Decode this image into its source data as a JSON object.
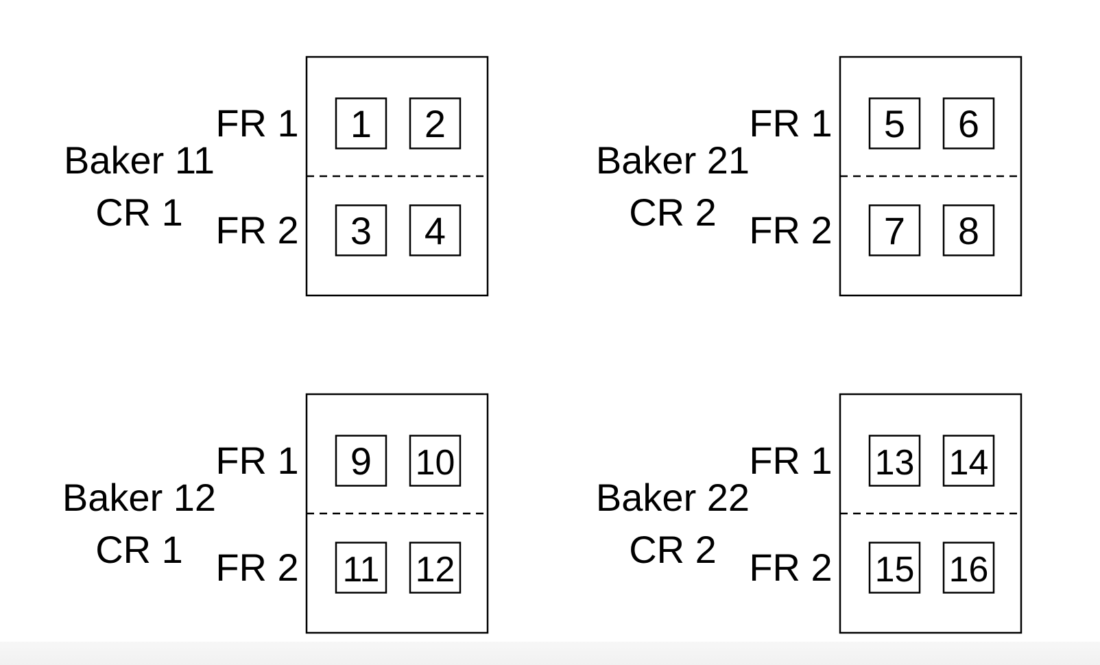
{
  "groups": [
    {
      "baker": "Baker 11",
      "cr": "CR 1",
      "rows": [
        {
          "label": "FR 1",
          "items": [
            "1",
            "2"
          ]
        },
        {
          "label": "FR 2",
          "items": [
            "3",
            "4"
          ]
        }
      ]
    },
    {
      "baker": "Baker 21",
      "cr": "CR 2",
      "rows": [
        {
          "label": "FR 1",
          "items": [
            "5",
            "6"
          ]
        },
        {
          "label": "FR 2",
          "items": [
            "7",
            "8"
          ]
        }
      ]
    },
    {
      "baker": "Baker 12",
      "cr": "CR 1",
      "rows": [
        {
          "label": "FR 1",
          "items": [
            "9",
            "10"
          ]
        },
        {
          "label": "FR 2",
          "items": [
            "11",
            "12"
          ]
        }
      ]
    },
    {
      "baker": "Baker 22",
      "cr": "CR 2",
      "rows": [
        {
          "label": "FR 1",
          "items": [
            "13",
            "14"
          ]
        },
        {
          "label": "FR 2",
          "items": [
            "15",
            "16"
          ]
        }
      ]
    }
  ]
}
